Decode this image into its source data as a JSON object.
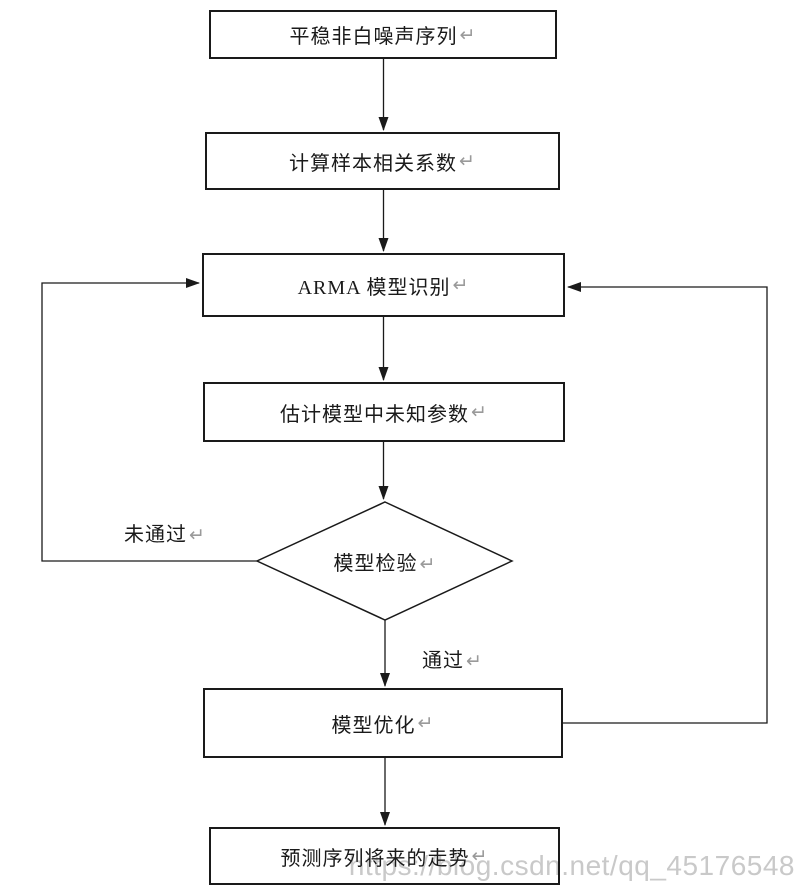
{
  "flowchart": {
    "return_mark": "↵",
    "nodes": [
      {
        "id": "stationary-sequence",
        "label": "平稳非白噪声序列",
        "shape": "rect"
      },
      {
        "id": "sample-correlation",
        "label": "计算样本相关系数",
        "shape": "rect"
      },
      {
        "id": "arma-identification",
        "label": "ARMA 模型识别",
        "shape": "rect"
      },
      {
        "id": "estimate-parameters",
        "label": "估计模型中未知参数",
        "shape": "rect"
      },
      {
        "id": "model-test",
        "label": "模型检验",
        "shape": "diamond"
      },
      {
        "id": "model-optimization",
        "label": "模型优化",
        "shape": "rect"
      },
      {
        "id": "forecast-trend",
        "label": "预测序列将来的走势",
        "shape": "rect"
      }
    ],
    "edge_labels": {
      "fail": "未通过",
      "pass": "通过"
    },
    "edges": [
      "stationary-sequence -> sample-correlation",
      "sample-correlation -> arma-identification",
      "arma-identification -> estimate-parameters",
      "estimate-parameters -> model-test",
      "model-test -(未通过)-> arma-identification",
      "model-test -(通过)-> model-optimization",
      "model-optimization -> arma-identification",
      "model-optimization -> forecast-trend"
    ]
  },
  "watermark": {
    "text": "https://blog.csdn.net/qq_45176548"
  },
  "colors": {
    "background": "#ffffff",
    "line": "#1a1a1a",
    "text": "#1a1a1a",
    "return_mark": "#9a9a9a",
    "watermark": "#c9c9c9"
  }
}
